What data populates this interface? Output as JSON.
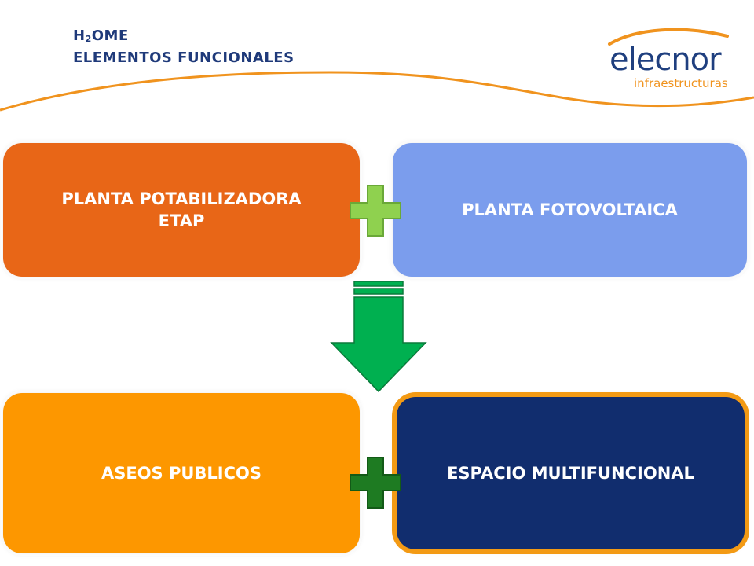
{
  "header": {
    "title_line1_h": "H",
    "title_line1_sub": "2",
    "title_line1_rest": "OME",
    "title_line2": "ELEMENTOS FUNCIONALES"
  },
  "logo": {
    "name": "elecnor",
    "tagline": "infraestructuras"
  },
  "boxes": {
    "etap_line1": "PLANTA POTABILIZADORA",
    "etap_line2": "ETAP",
    "foto": "PLANTA FOTOVOLTAICA",
    "aseos": "ASEOS PUBLICOS",
    "multi": "ESPACIO MULTIFUNCIONAL"
  },
  "colors": {
    "etap": "#e86617",
    "foto": "#7b9ded",
    "aseos": "#fd9700",
    "multi": "#112d6e",
    "plus_light": "#8fd14f",
    "plus_dark": "#1e7b22",
    "arrow": "#00b050",
    "brand_blue": "#1f3f7f",
    "brand_orange": "#f0931e"
  },
  "icons": {
    "plus_top": "plus-icon",
    "plus_bottom": "plus-icon",
    "arrow": "arrow-down-icon"
  }
}
